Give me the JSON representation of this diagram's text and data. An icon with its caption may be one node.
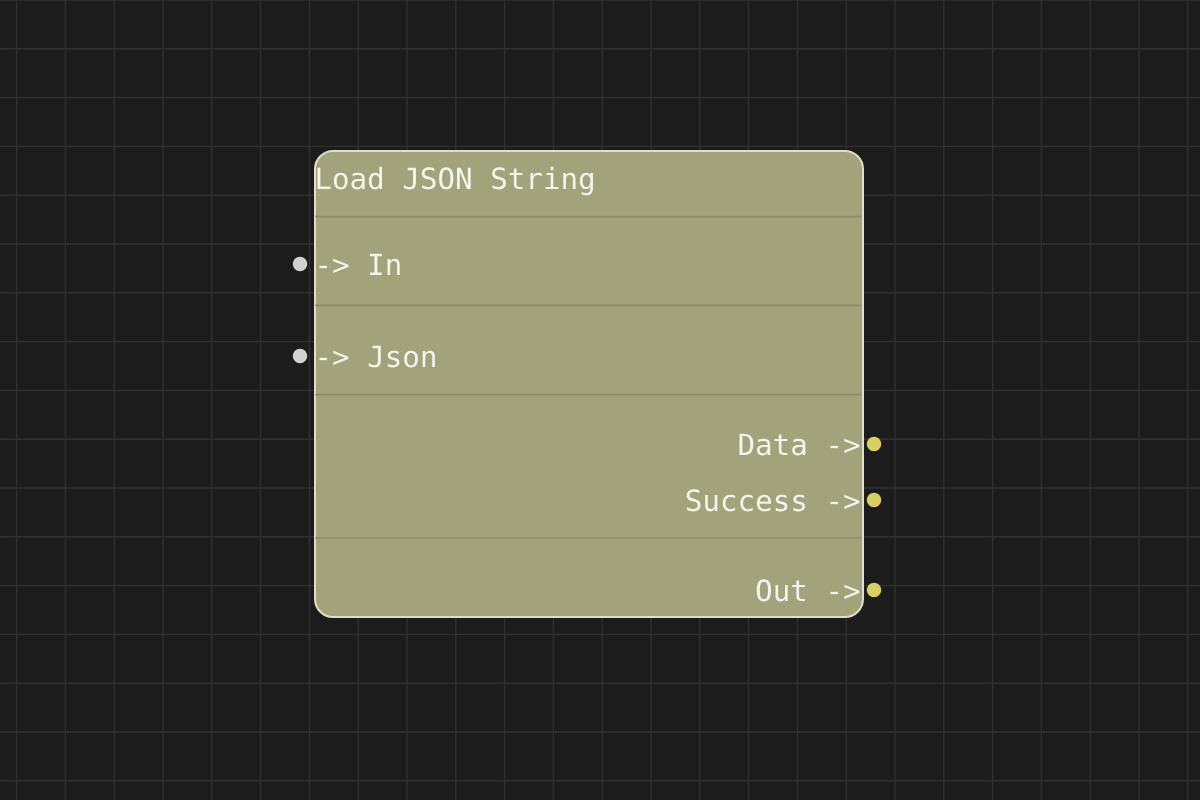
{
  "diagram": {
    "nodes": [
      {
        "text": [
          "Load JSON String"
        ]
      },
      {
        "text": [
          "-> In"
        ],
        "in": 0
      },
      {
        "text": [
          "-> Json"
        ],
        "in": 0
      },
      {
        "text": [
          "Data ->",
          "Success ->"
        ],
        "in": 0
      },
      {
        "text": [
          "Out ->"
        ],
        "in": 0
      }
    ]
  }
}
